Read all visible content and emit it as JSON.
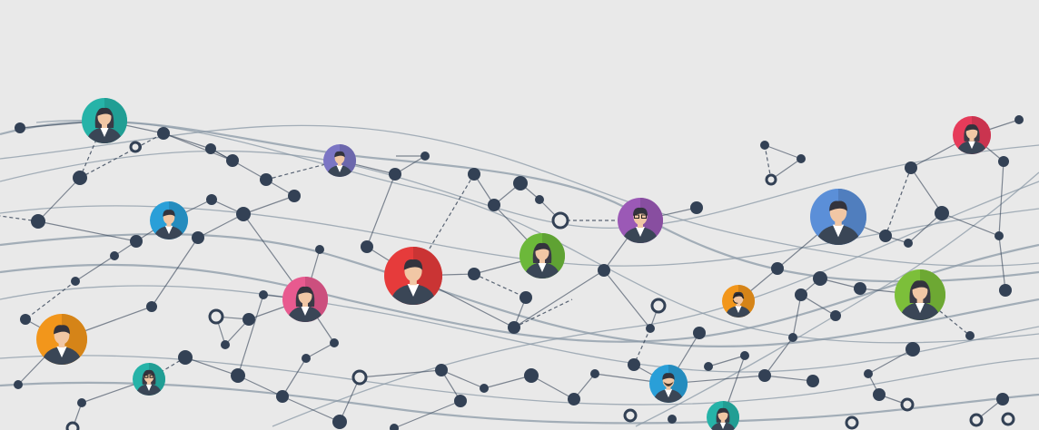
{
  "scene": {
    "background": "#e9e9e9",
    "line_color": "#8a98a6",
    "node_color": "#334155",
    "skin_color": "#f1c7a5",
    "avatar_colors": {
      "teal": "#26b3a8",
      "purple": "#7b75c4",
      "blue": "#2a9fd8",
      "red": "#e63b3b",
      "pink": "#e85a8f",
      "green": "#6cb83a",
      "violet": "#9b59b6",
      "orange": "#f2961b",
      "light-blue": "#5b8fd8",
      "lime": "#7cbf3a",
      "crimson": "#e63b5a"
    },
    "avatars": [
      {
        "name": "woman-avatar-teal",
        "icon": "woman-icon",
        "color": "teal"
      },
      {
        "name": "man-avatar-purple",
        "icon": "man-icon",
        "color": "purple"
      },
      {
        "name": "man-avatar-blue",
        "icon": "man-icon",
        "color": "blue"
      },
      {
        "name": "man-avatar-red",
        "icon": "man-icon",
        "color": "red"
      },
      {
        "name": "woman-avatar-pink",
        "icon": "woman-icon",
        "color": "pink"
      },
      {
        "name": "woman-avatar-green",
        "icon": "woman-icon",
        "color": "green"
      },
      {
        "name": "man-glasses-avatar-violet",
        "icon": "man-glasses-icon",
        "color": "violet"
      },
      {
        "name": "man-avatar-orange-large",
        "icon": "man-icon",
        "color": "orange"
      },
      {
        "name": "woman-glasses-avatar-teal",
        "icon": "woman-glasses-icon",
        "color": "teal"
      },
      {
        "name": "headset-avatar-orange",
        "icon": "headset-man-icon",
        "color": "orange"
      },
      {
        "name": "man-avatar-light-blue",
        "icon": "man-icon",
        "color": "light-blue"
      },
      {
        "name": "woman-avatar-lime",
        "icon": "woman-icon",
        "color": "lime"
      },
      {
        "name": "woman-avatar-crimson",
        "icon": "woman-icon",
        "color": "crimson"
      },
      {
        "name": "man-beard-avatar-blue",
        "icon": "man-beard-icon",
        "color": "blue"
      },
      {
        "name": "woman-avatar-teal-bottom",
        "icon": "woman-icon",
        "color": "teal"
      }
    ]
  }
}
